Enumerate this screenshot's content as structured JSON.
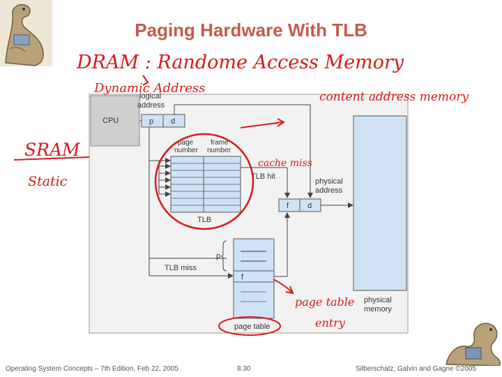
{
  "title": "Paging Hardware With TLB",
  "footer": {
    "left": "Operating System Concepts – 7th Edition, Feb 22, 2005",
    "center": "8.30",
    "right": "Silberschatz, Galvin and Gagne ©2005"
  },
  "diagram": {
    "cpu": "CPU",
    "logical_address_1": "logical",
    "logical_address_2": "address",
    "p": "p",
    "d": "d",
    "page_number_1": "page",
    "page_number_2": "number",
    "frame_number_1": "frame",
    "frame_number_2": "number",
    "tlb_hit": "TLB hit",
    "physical_address_1": "physical",
    "physical_address_2": "address",
    "f": "f",
    "tlb": "TLB",
    "tlb_miss": "TLB miss",
    "page_table": "page table",
    "physical_memory_1": "physical",
    "physical_memory_2": "memory"
  },
  "annotations": {
    "dram": "DRAM : Randome Access Memory",
    "dynamic": "Dynamic Address",
    "sram": "SRAM",
    "static": "Static",
    "content_address": "content address memory",
    "cache_miss": "cache miss",
    "page_table_entry_1": "page table",
    "page_table_entry_2": "entry"
  },
  "colors": {
    "title": "#c45a4c",
    "ink": "#d61a1a",
    "panel": "#f2f2f2",
    "blue_fill": "#cfe2f5"
  },
  "icons": [
    "dinosaur-top-left-icon",
    "dinosaur-bottom-right-icon"
  ]
}
